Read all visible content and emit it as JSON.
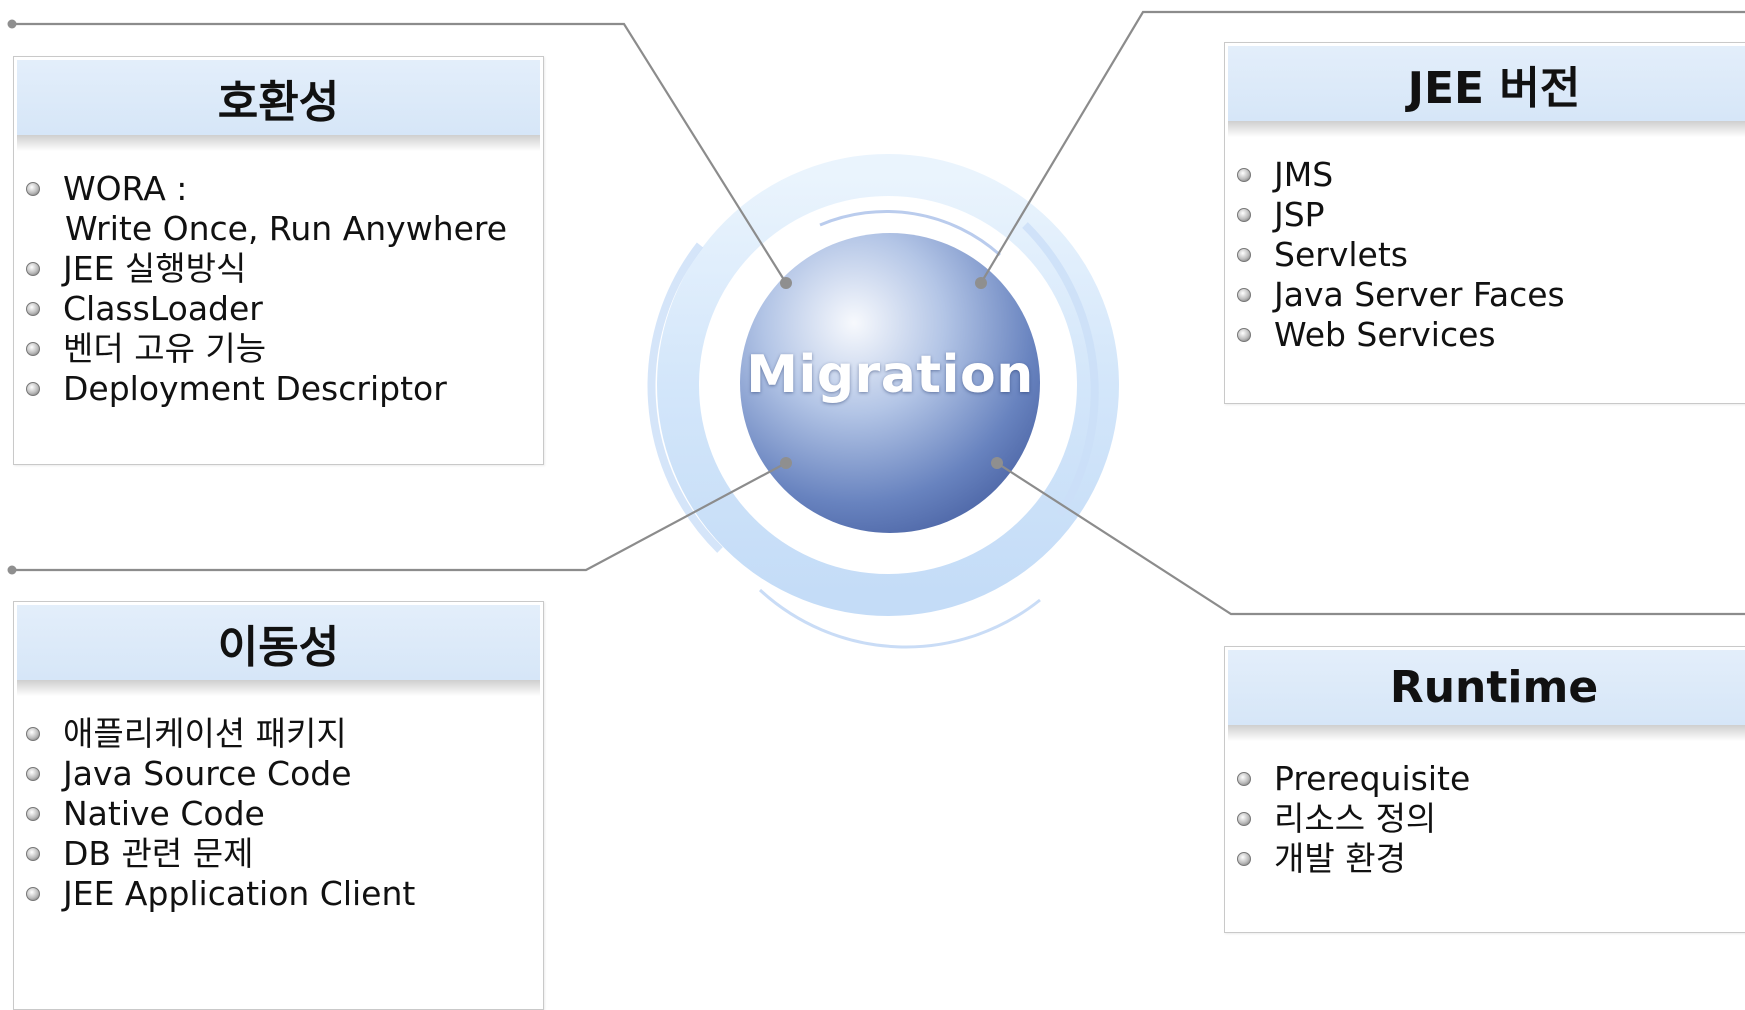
{
  "center": {
    "label": "Migration"
  },
  "boxes": {
    "compat": {
      "title": "호환성",
      "items": [
        {
          "text": "WORA :",
          "sub": "Write Once, Run Anywhere"
        },
        {
          "text": "JEE 실행방식"
        },
        {
          "text": "ClassLoader"
        },
        {
          "text": "벤더 고유 기능"
        },
        {
          "text": "Deployment Descriptor"
        }
      ]
    },
    "jee": {
      "title": "JEE 버전",
      "items": [
        {
          "text": "JMS"
        },
        {
          "text": "JSP"
        },
        {
          "text": "Servlets"
        },
        {
          "text": "Java Server Faces"
        },
        {
          "text": "Web Services"
        }
      ]
    },
    "mobility": {
      "title": "이동성",
      "items": [
        {
          "text": "애플리케이션 패키지"
        },
        {
          "text": "Java Source Code"
        },
        {
          "text": "Native Code"
        },
        {
          "text": "DB 관련 문제"
        },
        {
          "text": "JEE Application Client"
        }
      ]
    },
    "runtime": {
      "title": "Runtime",
      "items": [
        {
          "text": "Prerequisite"
        },
        {
          "text": "리소스 정의"
        },
        {
          "text": "개발 환경"
        }
      ]
    }
  }
}
